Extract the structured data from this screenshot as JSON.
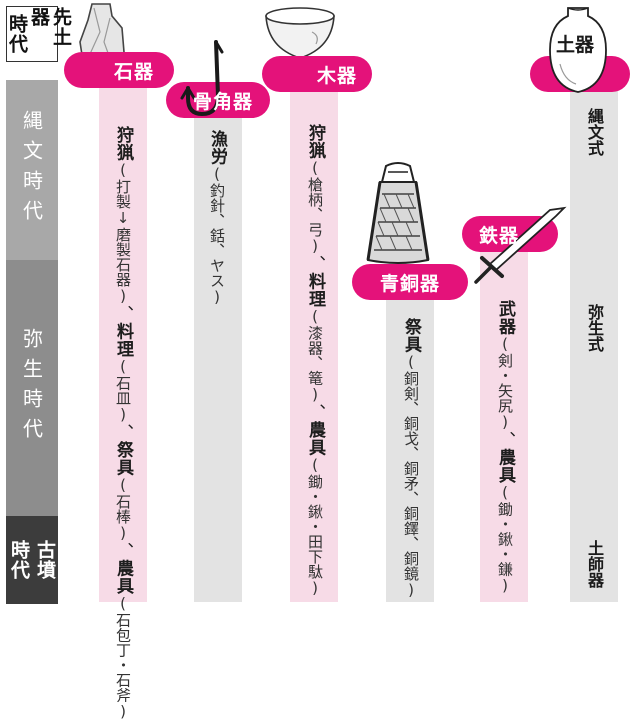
{
  "eras": {
    "paleolithic": [
      "先土器",
      "時代"
    ],
    "jomon": "縄文時代",
    "yayoi": "弥生時代",
    "kofun": [
      "古墳",
      "時代"
    ]
  },
  "columns": {
    "stone": {
      "label": "石器",
      "activity1": "狩猟",
      "detail1": "(打製↓磨製石器)",
      "activity2": "料理",
      "detail2": "(石皿)",
      "activity3": "祭具",
      "detail3": "(石棒)",
      "activity4": "農具",
      "detail4": "(石包丁・石斧)"
    },
    "bone": {
      "label": "骨角器",
      "activity1": "漁労",
      "detail1": "(釣針、銛、ヤス)"
    },
    "wood": {
      "label": "木器",
      "activity1": "狩猟",
      "detail1": "(槍柄、弓)",
      "activity2": "料理",
      "detail2": "(漆器、篭)",
      "activity3": "農具",
      "detail3": "(鋤・鍬・田下駄)"
    },
    "bronze": {
      "label": "青銅器",
      "activity1": "祭具",
      "detail1": "(銅剣、銅戈、銅矛、銅鐸、銅鏡)"
    },
    "iron": {
      "label": "鉄器",
      "activity1": "武器",
      "detail1": "(剣・矢尻)",
      "activity2": "農具",
      "detail2": "(鋤・鍬・鎌)"
    },
    "pottery": {
      "label": "土器",
      "styles": [
        "縄文式",
        "弥生式",
        "土師器"
      ]
    }
  },
  "colors": {
    "accent_magenta": "#e4127a",
    "bar_pink": "#f7dbe7",
    "bar_gray": "#e3e3e3",
    "era_jomon": "#a8a8a8",
    "era_yayoi": "#8d8d8d",
    "era_kofun": "#3c3c3c"
  }
}
